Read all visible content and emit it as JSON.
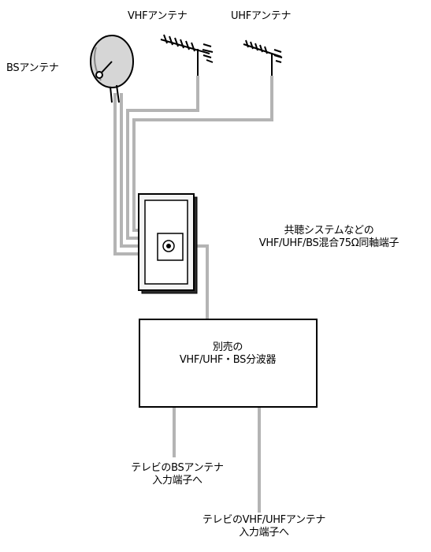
{
  "labels": {
    "vhf_antenna": "VHFアンテナ",
    "uhf_antenna": "UHFアンテナ",
    "bs_antenna": "BSアンテナ",
    "outlet_line1": "共聴システムなどの",
    "outlet_line2": "VHF/UHF/BS混合75Ω同軸端子",
    "splitter_line1": "別売の",
    "splitter_line2": "VHF/UHF・BS分波器",
    "bs_output_line1": "テレビのBSアンテナ",
    "bs_output_line2": "入力端子へ",
    "vu_output_line1": "テレビのVHF/UHFアンテナ",
    "vu_output_line2": "入力端子へ"
  },
  "colors": {
    "cable": "#b4b4b4",
    "line": "#000000",
    "dish": "#d6d6d6",
    "plate": "#f4f4f4"
  }
}
